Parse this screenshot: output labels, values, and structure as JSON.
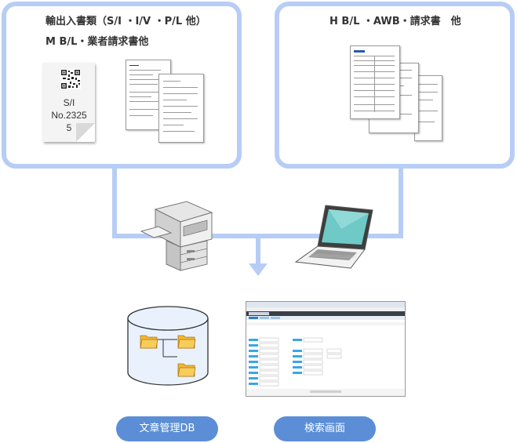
{
  "panels": {
    "left": {
      "title_line1": "輸出入書類（S/I ・I/V ・P/L 他）",
      "title_line2": "M B/L・業者請求書他",
      "receipt_line1": "S/I",
      "receipt_line2": "No.2325",
      "receipt_line3": "5"
    },
    "right": {
      "title": "H B/L ・AWB・請求書　他"
    }
  },
  "labels": {
    "database": "文章管理DB",
    "search_screen": "検索画面"
  },
  "colors": {
    "panel_border": "#b7cdf6",
    "pill_bg": "#5b8ed6",
    "arrow": "#b7cdf6"
  },
  "icons": [
    "qr-code-icon",
    "document-icon",
    "copier-icon",
    "laptop-icon",
    "database-icon",
    "folder-icon",
    "browser-screenshot-icon",
    "arrow-down-icon"
  ]
}
